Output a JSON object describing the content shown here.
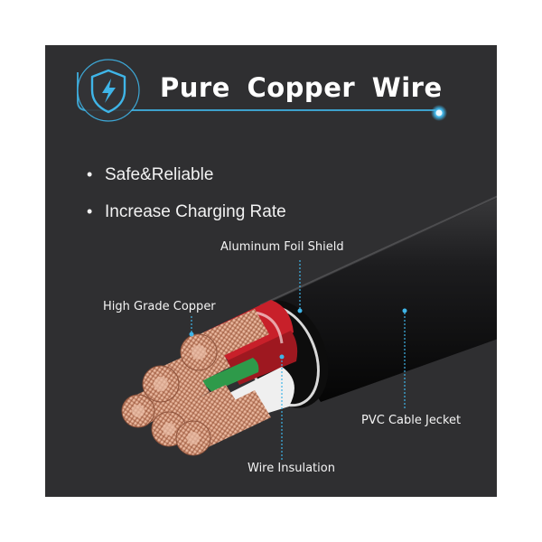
{
  "header": {
    "title": "Pure Copper Wire",
    "icon": "shield-lightning-icon",
    "accent_color": "#3fb5e8"
  },
  "features": [
    {
      "text": "Safe&Reliable"
    },
    {
      "text": "Increase Charging Rate"
    }
  ],
  "callouts": {
    "aluminum_foil_shield": "Aluminum Foil Shield",
    "high_grade_copper": "High Grade Copper",
    "pvc_cable_jacket": "PVC Cable Jecket",
    "wire_insulation": "Wire Insulation"
  },
  "colors": {
    "background": "#2f2f31",
    "cable": "#111111",
    "copper": "#d9a48c",
    "red_insulation": "#c8202a",
    "white_insulation": "#f2f2f2",
    "green_insulation": "#2e9a4a",
    "leader_line": "#3fb5e8"
  }
}
